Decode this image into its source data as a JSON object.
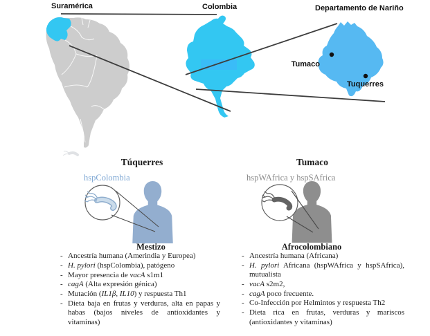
{
  "maps": {
    "south_america": {
      "label": "Suramérica"
    },
    "colombia": {
      "label": "Colombia"
    },
    "narino": {
      "label": "Departamento de Nariño",
      "cities": [
        {
          "name": "Tumaco"
        },
        {
          "name": "Tuquerres"
        }
      ]
    }
  },
  "colors": {
    "continent_gray": "#CDCDCD",
    "highlight_cyan": "#33C7F2",
    "colombia_inner_rect": "#3ABCF8",
    "narino_blue": "#56B9F2",
    "mestizo_silhouette": "#93AECF",
    "afro_silhouette": "#8E8E8E",
    "bacteria_blue": "#8FAECE",
    "bacteria_gray": "#636363",
    "line_dark": "#3E3E3E"
  },
  "tuquerres_panel": {
    "title": "Túquerres",
    "strain_label": "hspColombia",
    "group": {
      "title": "Mestizo",
      "items": [
        {
          "segments": [
            {
              "text": "Ancestría humana (Amerindia y Europea)"
            }
          ]
        },
        {
          "segments": [
            {
              "text": "H. pylori",
              "italic": true
            },
            {
              "text": " (hspColombia), patógeno"
            }
          ]
        },
        {
          "segments": [
            {
              "text": "Mayor presencia de "
            },
            {
              "text": "vacA",
              "italic": true
            },
            {
              "text": " s1m1"
            }
          ]
        },
        {
          "segments": [
            {
              "text": "cagA",
              "italic": true
            },
            {
              "text": " (Alta expresión génica)"
            }
          ]
        },
        {
          "segments": [
            {
              "text": "Mutación ("
            },
            {
              "text": "IL1β, IL10",
              "italic": true
            },
            {
              "text": ") y respuesta Th1"
            }
          ]
        },
        {
          "segments": [
            {
              "text": "Dieta baja en frutas y verduras, alta en papas y habas (bajos niveles de antioxidantes y vitaminas)"
            }
          ]
        }
      ]
    }
  },
  "tumaco_panel": {
    "title": "Tumaco",
    "strain_label": "hspWAfrica y hspSAfrica",
    "group": {
      "title": "Afrocolombiano",
      "items": [
        {
          "segments": [
            {
              "text": "Ancestría humana (Africana)"
            }
          ]
        },
        {
          "segments": [
            {
              "text": "H. pylori",
              "italic": true
            },
            {
              "text": " Africana (hspWAfrica y hspSAfrica), mutualista"
            }
          ]
        },
        {
          "segments": [
            {
              "text": "vacA",
              "italic": true
            },
            {
              "text": " s2m2,"
            }
          ]
        },
        {
          "segments": [
            {
              "text": "cagA",
              "italic": true
            },
            {
              "text": " poco frecuente."
            }
          ]
        },
        {
          "segments": [
            {
              "text": "Co-Infección por Helmintos y respuesta Th2"
            }
          ]
        },
        {
          "segments": [
            {
              "text": "Dieta rica en frutas, verduras y mariscos (antioxidantes y vitaminas)"
            }
          ]
        }
      ]
    }
  }
}
